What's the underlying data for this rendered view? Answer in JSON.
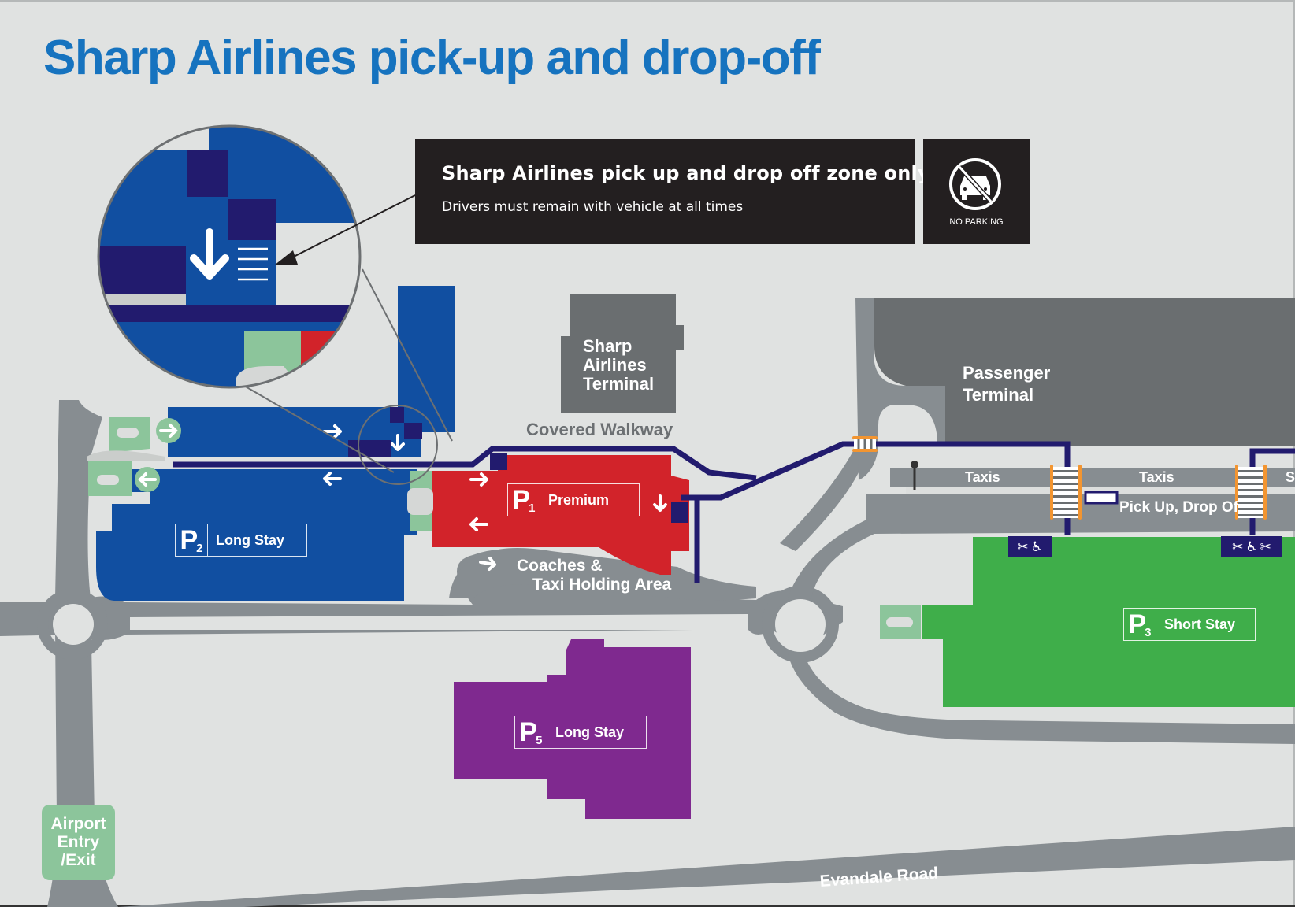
{
  "title": "Sharp Airlines pick-up and drop-off",
  "notice": {
    "heading": "Sharp Airlines pick up and drop off zone only",
    "subtext": "Drivers must remain with vehicle at all times"
  },
  "no_parking": {
    "icon": "no-parking-car-icon",
    "label": "NO PARKING"
  },
  "buildings": {
    "sharp_terminal": [
      "Sharp",
      "Airlines",
      "Terminal"
    ],
    "passenger_terminal": [
      "Passenger",
      "Terminal"
    ]
  },
  "labels": {
    "covered_walkway": "Covered Walkway",
    "coaches_line1": "Coaches &",
    "coaches_line2": "Taxi Holding Area",
    "taxis_1": "Taxis",
    "taxis_2": "Taxis",
    "taxis_3": "S",
    "pickup_drop": "Pick Up, Drop Of",
    "evandale_road": "Evandale Road",
    "entry_exit": [
      "Airport",
      "Entry",
      "/Exit"
    ]
  },
  "car_parks": [
    {
      "letter": "P",
      "number": "2",
      "name": "Long Stay",
      "color": "#114fa1"
    },
    {
      "letter": "P",
      "number": "1",
      "name": "Premium",
      "color": "#d2232a"
    },
    {
      "letter": "P",
      "number": "3",
      "name": "Short Stay",
      "color": "#3fae4a"
    },
    {
      "letter": "P",
      "number": "5",
      "name": "Long Stay",
      "color": "#7f298f"
    }
  ],
  "accessibility_icons": [
    [
      "pram-icon",
      "wheelchair-icon"
    ],
    [
      "pram-icon",
      "wheelchair-icon",
      "pram-icon"
    ]
  ],
  "glyphs": {
    "pram": "🛒",
    "wheelchair": "♿"
  },
  "colors": {
    "background": "#e0e2e1",
    "road": "#878d91",
    "building": "#6a6e70",
    "walkway": "#221b6e",
    "title": "#1673bf",
    "entry_green": "#8cc59b",
    "crossing_orange": "#f39530"
  }
}
